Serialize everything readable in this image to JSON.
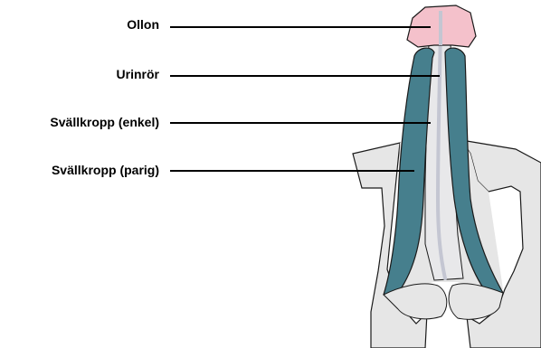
{
  "labels": [
    {
      "id": "glans",
      "text": "Ollon"
    },
    {
      "id": "urethra",
      "text": "Urinrör"
    },
    {
      "id": "corpus-spongiosum",
      "text": "Svällkropp (enkel)"
    },
    {
      "id": "corpora-cavernosa",
      "text": "Svällkropp (parig)"
    }
  ],
  "colors": {
    "glans": "#f4c1cb",
    "cavernosa": "#467f8d",
    "spongiosum": "#e8e8ea",
    "urethra": "#c4c6d2",
    "body": "#e6e6e6",
    "outline": "#1a1a1a",
    "leader_line": "#000000"
  }
}
